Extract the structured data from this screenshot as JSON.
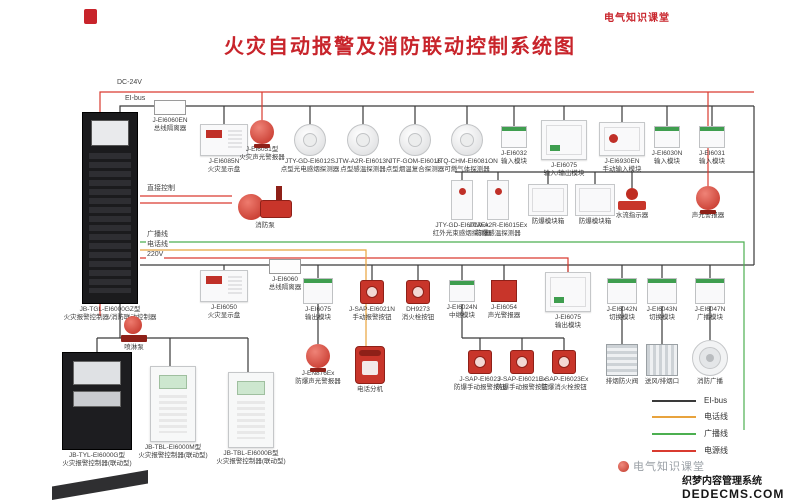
{
  "title": "火灾自动报警及消防联动控制系统图",
  "corner_logo": "电气知识课堂",
  "marks": {
    "dc": "DC-24V",
    "eibus": "EI-bus",
    "direct": "直接控制",
    "broadcast": "广播线",
    "phone": "电话线",
    "v220": "220V"
  },
  "main_cabinet": {
    "model": "JB-TGL-EI6000GZ型",
    "name": "火灾报警控制器/消防联动控制器"
  },
  "devices": {
    "iso_top": {
      "model": "J-EI6060EN",
      "name": "总线隔离器"
    },
    "display_top": {
      "model": "J-EI6085N",
      "name": "火灾显示盘"
    },
    "siren_top": {
      "model": "J-EI6051型",
      "name": "火灾声光警报器"
    },
    "det_smoke": {
      "model": "JTY-GD-EI6012S",
      "name": "点型光电感烟探测器"
    },
    "det_heat": {
      "model": "JTW-A2R-EI6013N",
      "name": "点型感温探测器"
    },
    "det_combo": {
      "model": "JTF-GOM-EI6016",
      "name": "点型烟温复合探测器"
    },
    "det_gas": {
      "model": "JTQ-CHM-EI6081ON",
      "name": "可燃气体探测器"
    },
    "mod_in_6032": {
      "model": "J-EI6032",
      "name": "输入模块"
    },
    "mod_io_6075a": {
      "model": "J-EI6075",
      "name": "输入/输出模块"
    },
    "mod_manual": {
      "model": "J-EI6930EN",
      "name": "手动输入模块"
    },
    "mod_in_6030": {
      "model": "J-EI6030N",
      "name": "输入模块"
    },
    "mod_in_6031": {
      "model": "J-EI6031",
      "name": "输入模块"
    },
    "det_beam": {
      "model": "JTY-GD-EI6017Ex",
      "name": "红外光束感烟探测器"
    },
    "det_exheat": {
      "model": "JTW-A2R-EI6015Ex",
      "name": "防爆感温探测器"
    },
    "exbox1": {
      "name": "防爆模块箱"
    },
    "exbox2": {
      "name": "防爆模块箱"
    },
    "water_flow": {
      "name": "水流指示器"
    },
    "siren_right": {
      "name": "声光警报器"
    },
    "pump": {
      "name": "消防泵"
    },
    "iso_mid": {
      "model": "J-EI6060",
      "name": "总线隔离器"
    },
    "display_mid": {
      "model": "J-EI6050",
      "name": "火灾显示盘"
    },
    "mod_6075b": {
      "model": "J-EI6075",
      "name": "输出模块"
    },
    "btn_manual": {
      "model": "J-SAP-EI6021N",
      "name": "手动报警按钮"
    },
    "btn_hydrant": {
      "model": "DH9273",
      "name": "消火栓按钮"
    },
    "mod_relay": {
      "model": "J-EI6024N",
      "name": "中继模块"
    },
    "mod_6054": {
      "model": "J-EI6054",
      "name": "声光警报器"
    },
    "mod_6075c": {
      "model": "J-EI6075",
      "name": "输出模块"
    },
    "mod_6042": {
      "model": "J-EI6042N",
      "name": "切换模块"
    },
    "mod_6043": {
      "model": "J-EI6043N",
      "name": "切换模块"
    },
    "mod_6047": {
      "model": "J-EI6047N",
      "name": "广播模块"
    },
    "ex_siren": {
      "model": "J-EN876Ex",
      "name": "防爆声光警报器"
    },
    "phone_ext": {
      "name": "电话分机"
    },
    "btn_ex1": {
      "model": "J-SAP-EI6023",
      "name": "防爆手动报警按钮"
    },
    "btn_ex2": {
      "model": "J-SAP-EI6021Ex",
      "name": "防爆手动报警按钮"
    },
    "btn_ex3": {
      "model": "J-SAP-EI6023Ex",
      "name": "防爆消火栓按钮"
    },
    "damper": {
      "name": "排烟防火阀"
    },
    "vent": {
      "name": "送风/排烟口"
    },
    "speaker": {
      "name": "消防广播"
    },
    "pump2": {
      "name": "喷淋泵"
    },
    "cab2": {
      "model": "JB-TYL-EI6000G型",
      "name": "火灾报警控制器(联动型)"
    },
    "wall1": {
      "model": "JB-TBL-EI6000M型",
      "name": "火灾报警控制器(联动型)"
    },
    "wall2": {
      "model": "JB-TBL-EI6000B型",
      "name": "火灾报警控制器(联动型)"
    }
  },
  "legend": {
    "items": [
      {
        "label": "EI-bus",
        "color": "#3a3a3a"
      },
      {
        "label": "电话线",
        "color": "#e8a33d"
      },
      {
        "label": "广播线",
        "color": "#4caf50"
      },
      {
        "label": "电源线",
        "color": "#d93b30"
      }
    ]
  },
  "watermark": {
    "site": "电气知识课堂",
    "cms_line1": "织梦内容管理系统",
    "cms_line2": "DEDECMS.COM"
  }
}
